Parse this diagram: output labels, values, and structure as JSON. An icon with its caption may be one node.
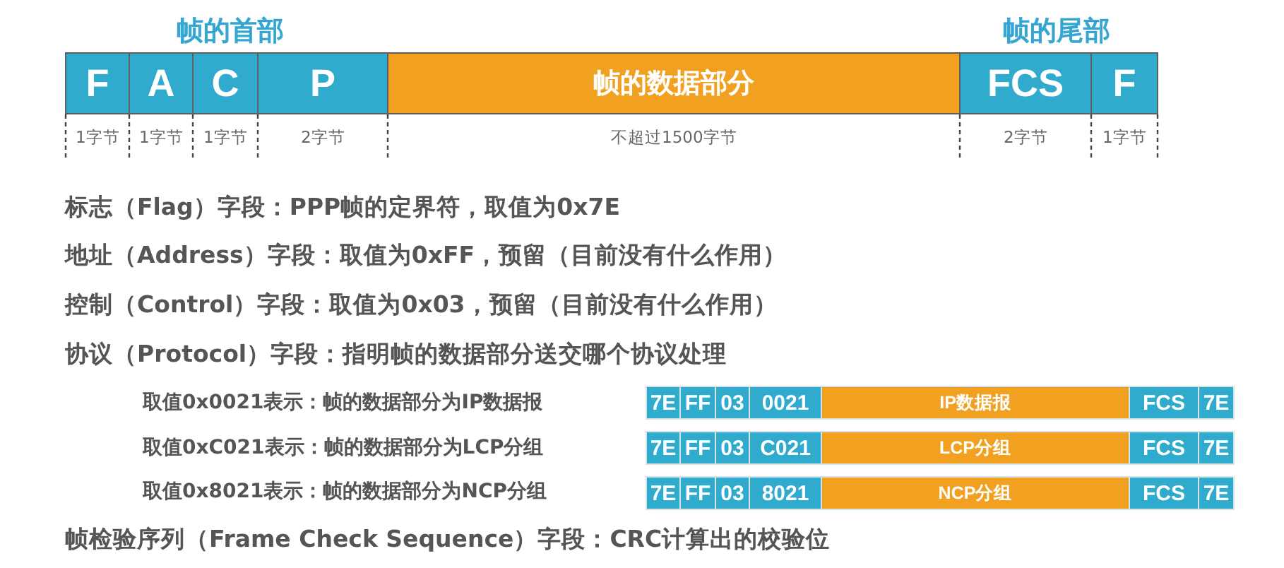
{
  "diagram": {
    "nodes": [
      {
        "text": [
          "F"
        ],
        "beside": [
          "1字节"
        ]
      },
      {
        "text": [
          "A"
        ],
        "beside": [
          "1字节"
        ]
      },
      {
        "text": [
          "C"
        ],
        "beside": [
          "1字节"
        ]
      },
      {
        "text": [
          "P"
        ],
        "beside": [
          "2字节"
        ]
      },
      {
        "text": [
          "帧的数据部分"
        ],
        "beside": [
          "不超过1500字节"
        ]
      },
      {
        "text": [
          "FCS"
        ],
        "beside": [
          "2字节"
        ]
      },
      {
        "text": [
          "F"
        ],
        "beside": [
          "1字节"
        ]
      },
      {
        "text": [
          "7E"
        ]
      },
      {
        "text": [
          "FF"
        ]
      },
      {
        "text": [
          "03"
        ]
      },
      {
        "text": [
          "0021"
        ]
      },
      {
        "text": [
          "IP数据报"
        ]
      },
      {
        "text": [
          "FCS"
        ]
      },
      {
        "text": [
          "7E"
        ]
      },
      {
        "text": [
          "7E"
        ]
      },
      {
        "text": [
          "FF"
        ]
      },
      {
        "text": [
          "03"
        ]
      },
      {
        "text": [
          "C021"
        ]
      },
      {
        "text": [
          "LCP分组"
        ]
      },
      {
        "text": [
          "FCS"
        ]
      },
      {
        "text": [
          "7E"
        ]
      },
      {
        "text": [
          "7E"
        ]
      },
      {
        "text": [
          "FF"
        ]
      },
      {
        "text": [
          "03"
        ]
      },
      {
        "text": [
          "8021"
        ]
      },
      {
        "text": [
          "NCP分组"
        ]
      },
      {
        "text": [
          "FCS"
        ]
      },
      {
        "text": [
          "7E"
        ]
      }
    ],
    "labels": [
      "帧的首部",
      "帧的尾部",
      "标志（Flag）字段：PPP帧的定界符，取值为0x7E",
      "地址（Address）字段：取值为0xFF，预留（目前没有什么作用）",
      "控制（Control）字段：取值为0x03，预留（目前没有什么作用）",
      "协议（Protocol）字段：指明帧的数据部分送交哪个协议处理",
      "取值0x0021表示：帧的数据部分为IP数据报",
      "取值0xC021表示：帧的数据部分为LCP分组",
      "取值0x8021表示：帧的数据部分为NCP分组",
      "帧检验序列（Frame Check Sequence）字段：CRC计算出的校验位"
    ]
  }
}
